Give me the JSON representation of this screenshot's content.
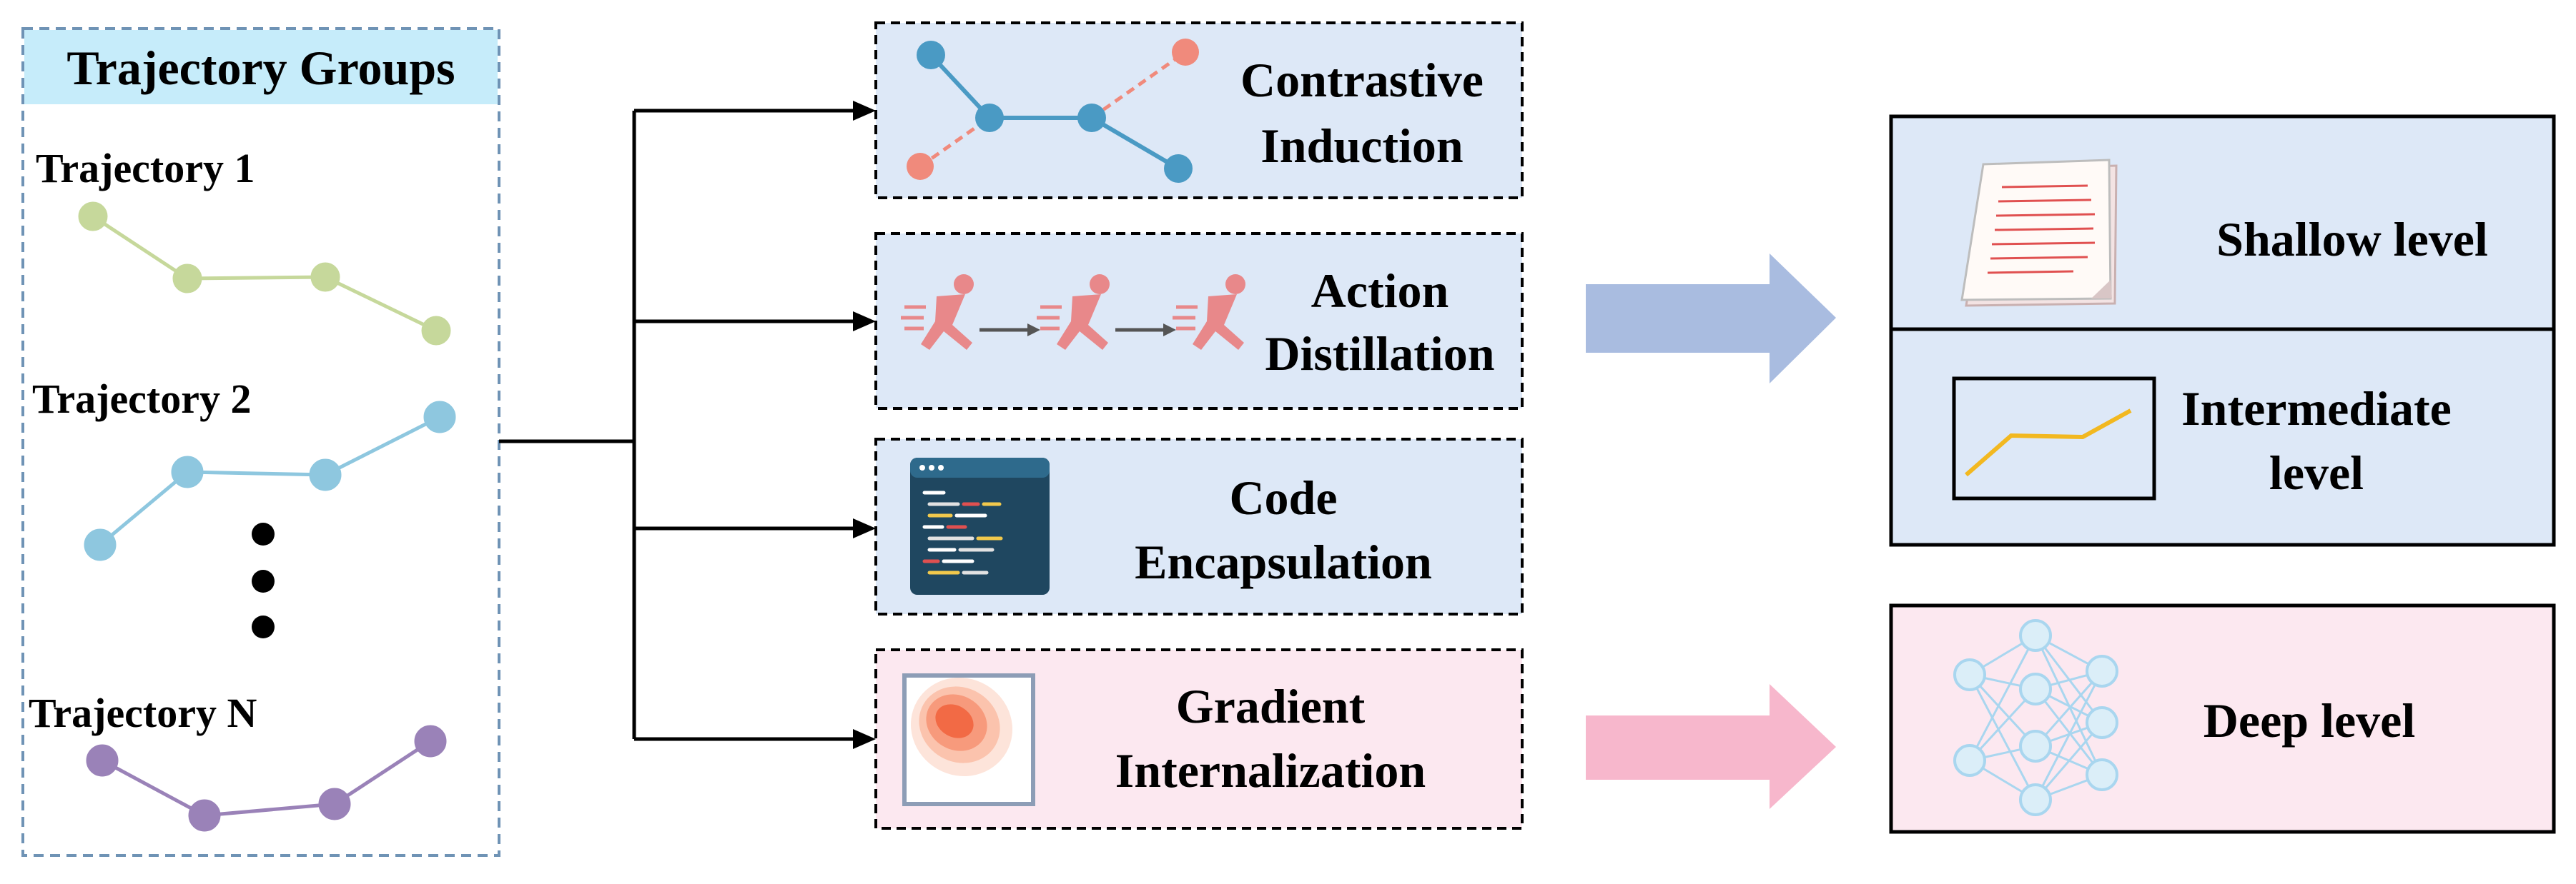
{
  "trajectory_groups": {
    "title": "Trajectory Groups",
    "trajectories": [
      {
        "label": "Trajectory 1",
        "color": "#c6d89b"
      },
      {
        "label": "Trajectory 2",
        "color": "#8ec7df"
      },
      {
        "label": "Trajectory N",
        "color": "#9a82b8"
      }
    ],
    "ellipsis_color": "#000000",
    "panel_fill": "#ffffff",
    "title_fill": "#c6ecfa",
    "border_color": "#6f93b5"
  },
  "methods": [
    {
      "id": "contrastive",
      "line1": "Contrastive",
      "line2": "Induction",
      "icon": "contrastive-graph-icon",
      "fill": "#dde8f7"
    },
    {
      "id": "action",
      "line1": "Action",
      "line2": "Distillation",
      "icon": "running-person-sequence-icon",
      "fill": "#dde8f7"
    },
    {
      "id": "code",
      "line1": "Code",
      "line2": "Encapsulation",
      "icon": "code-window-icon",
      "fill": "#dde8f7"
    },
    {
      "id": "gradient",
      "line1": "Gradient",
      "line2": "Internalization",
      "icon": "gradient-heatmap-icon",
      "fill": "#fce8f0"
    }
  ],
  "levels": [
    {
      "id": "shallow",
      "line1": "Shallow level",
      "line2": "",
      "icon": "document-page-icon",
      "fill": "#dde8f7"
    },
    {
      "id": "intermediate",
      "line1": "Intermediate",
      "line2": "level",
      "icon": "line-chart-icon",
      "fill": "#dde8f7"
    },
    {
      "id": "deep",
      "line1": "Deep level",
      "line2": "",
      "icon": "neural-network-icon",
      "fill": "#fce8f0"
    }
  ],
  "arrows": {
    "blue": "#a9bce0",
    "pink": "#f7b7cc"
  },
  "colors": {
    "contrast_blue": "#4a9ac4",
    "contrast_red": "#f08a7c",
    "runner": "#e8888a",
    "code_bg": "#1f4760",
    "chart_line": "#f2b820",
    "network": "#a9d6ef",
    "heat_outer": "#fbd3c6",
    "heat_inner": "#f26a45"
  }
}
